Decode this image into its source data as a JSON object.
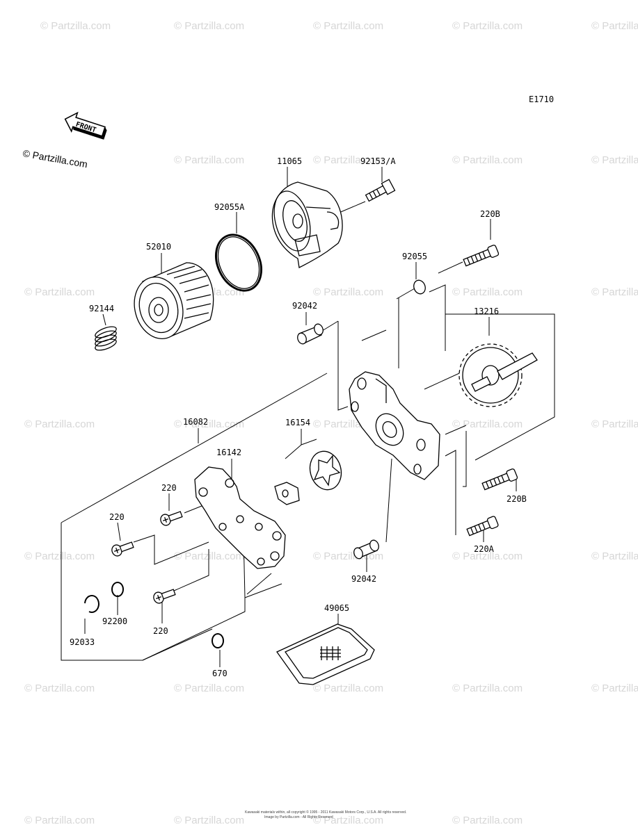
{
  "diagram": {
    "code": "E1710",
    "front_label": "FRONT",
    "copyright_mark": "© Partzilla.com",
    "watermark": "© Partzilla.com",
    "parts": {
      "p11065": "11065",
      "p92153A": "92153/A",
      "p92055A": "92055A",
      "p52010": "52010",
      "p220B_top": "220B",
      "p92055": "92055",
      "p92144": "92144",
      "p92042_top": "92042",
      "p13216": "13216",
      "p16082": "16082",
      "p16154": "16154",
      "p16142": "16142",
      "p220_a": "220",
      "p220_b": "220",
      "p220B_right": "220B",
      "p220A": "220A",
      "p92042_bottom": "92042",
      "p49065": "49065",
      "p92200": "92200",
      "p220_c": "220",
      "p92033": "92033",
      "p670": "670"
    },
    "footer_line1": "Kawasaki materials within, all copyright © 1995 - 2011 Kawasaki Motors Corp., U.S.A. All rights reserved.",
    "footer_line2": "Image by Partzilla.com - All Rights Reserved"
  }
}
